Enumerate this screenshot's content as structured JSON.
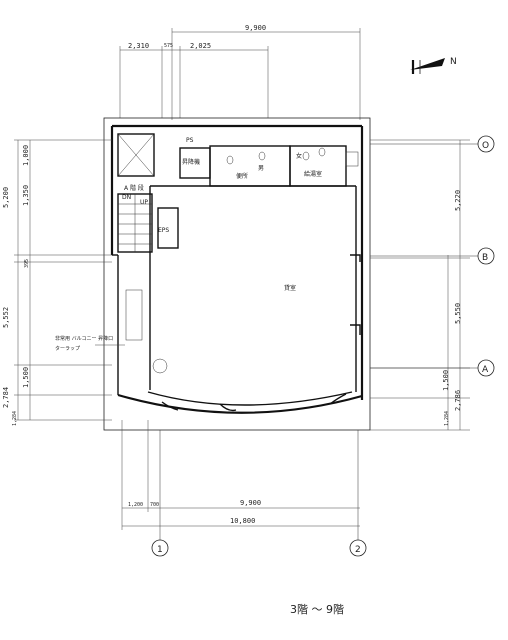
{
  "dimensions": {
    "top_total": "9,900",
    "top_left": "2,310",
    "top_mid": "575",
    "top_right": "2,025",
    "bottom_inner": "9,900",
    "bottom_left": "1,200",
    "bottom_left2": "700",
    "bottom_total": "10,800",
    "left_a": "5,200",
    "left_a1": "1,000",
    "left_a2": "1,350",
    "left_b": "395",
    "left_c": "5,552",
    "left_d": "1,500",
    "left_e": "2,784",
    "left_f": "1,284",
    "right_a": "5,220",
    "right_b": "5,550",
    "right_c": "1,500",
    "right_d": "2,786",
    "right_e": "1,284"
  },
  "grid_labels": {
    "row_o": "O",
    "row_b": "B",
    "row_a": "A",
    "col_1": "1",
    "col_2": "2"
  },
  "rooms": {
    "main": "貸室",
    "eps": "EPS",
    "ps": "PS",
    "elevator": "昇降機",
    "dn": "DN",
    "up": "UP",
    "stair_label": "A 階 段",
    "toilet_1": "便所",
    "toilet_2": "給湯室",
    "wc_1": "男",
    "wc_2": "女"
  },
  "annotation": "非常用 バルコニー 昇降口",
  "annotation_sub": "ターラップ",
  "floor_caption": "3階 ～ 9階",
  "north_label": "N"
}
